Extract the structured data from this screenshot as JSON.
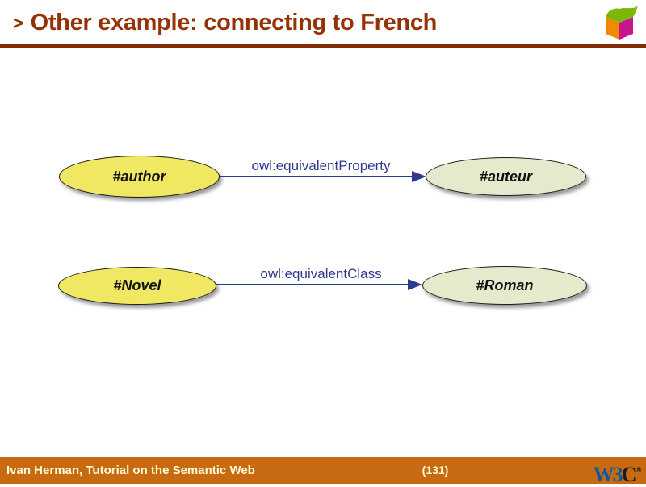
{
  "slide": {
    "title_chevron": ">",
    "title": "Other example: connecting to French"
  },
  "icons": {
    "header_logo": "cube-logo",
    "footer_logo": "w3c-logo"
  },
  "diagram": {
    "nodes": [
      {
        "id": "author",
        "label": "#author",
        "fill": "#F0E762"
      },
      {
        "id": "auteur",
        "label": "#auteur",
        "fill": "#E6EACD"
      },
      {
        "id": "novel",
        "label": "#Novel",
        "fill": "#F0E762"
      },
      {
        "id": "roman",
        "label": "#Roman",
        "fill": "#E6EACD"
      }
    ],
    "edges": [
      {
        "from": "author",
        "to": "auteur",
        "label": "owl:equivalentProperty"
      },
      {
        "from": "novel",
        "to": "roman",
        "label": "owl:equivalentClass"
      }
    ]
  },
  "footer": {
    "credit": "Ivan Herman, Tutorial on the Semantic Web",
    "page_number": "(131)",
    "w3c": {
      "w3": "W3",
      "c": "C",
      "mark": "®"
    }
  },
  "colors": {
    "title_text": "#963306",
    "title_rule": "#802B04",
    "node_yellow": "#F0E762",
    "node_green": "#E6EACD",
    "node_border": "#1c1c1c",
    "edge_blue": "#2D3A8E",
    "footer_bg": "#C86A12",
    "footer_text": "#FFFBD2",
    "w3c_blue": "#0C5A9E",
    "cube_green": "#7CB807",
    "cube_orange": "#F08A00",
    "cube_magenta": "#C7158E"
  }
}
